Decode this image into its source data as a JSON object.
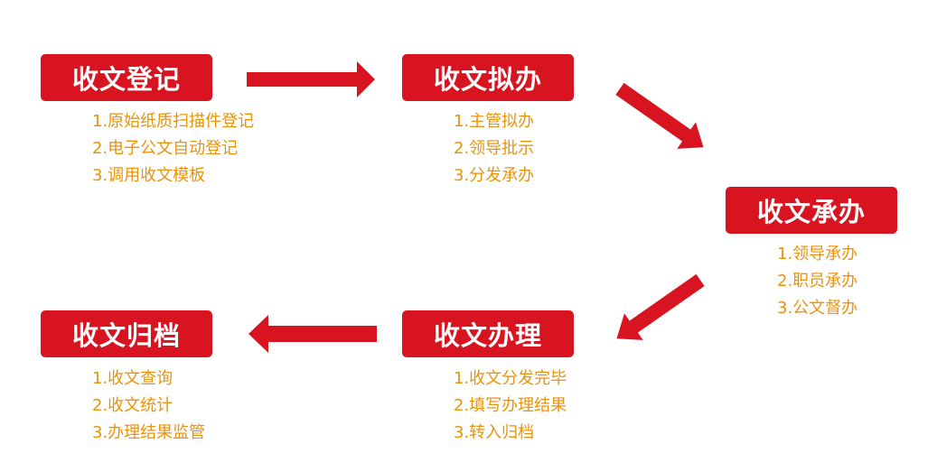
{
  "colors": {
    "accent": "#d7141f",
    "item_text": "#e8930c",
    "box_text": "#ffffff"
  },
  "stages": [
    {
      "title": "收文登记",
      "items": [
        "1.原始纸质扫描件登记",
        "2.电子公文自动登记",
        "3.调用收文模板"
      ]
    },
    {
      "title": "收文拟办",
      "items": [
        "1.主管拟办",
        "2.领导批示",
        "3.分发承办"
      ]
    },
    {
      "title": "收文承办",
      "items": [
        "1.领导承办",
        "2.职员承办",
        "3.公文督办"
      ]
    },
    {
      "title": "收文办理",
      "items": [
        "1.收文分发完毕",
        "2.填写办理结果",
        "3.转入归档"
      ]
    },
    {
      "title": "收文归档",
      "items": [
        "1.收文查询",
        "2.收文统计",
        "3.办理结果监管"
      ]
    }
  ],
  "flow": [
    {
      "from": "收文登记",
      "to": "收文拟办"
    },
    {
      "from": "收文拟办",
      "to": "收文承办"
    },
    {
      "from": "收文承办",
      "to": "收文办理"
    },
    {
      "from": "收文办理",
      "to": "收文归档"
    }
  ]
}
